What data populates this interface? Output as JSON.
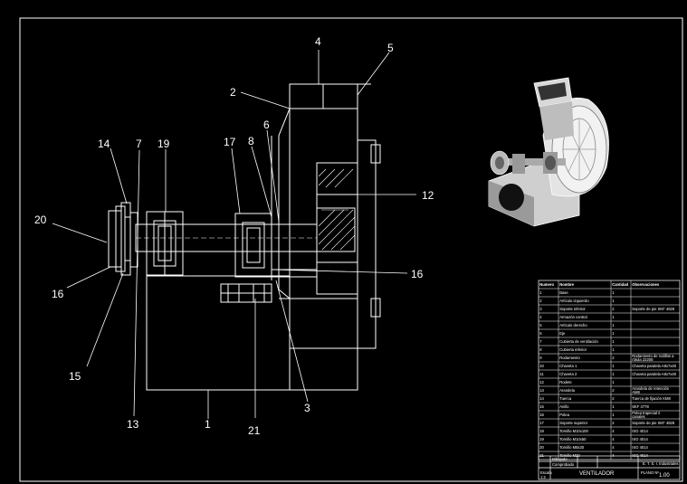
{
  "callouts": {
    "c1": "1",
    "c2": "2",
    "c3": "3",
    "c4": "4",
    "c5": "5",
    "c6": "6",
    "c7": "7",
    "c8": "8",
    "c12": "12",
    "c13": "13",
    "c14": "14",
    "c15": "15",
    "c16a": "16",
    "c16b": "16",
    "c17": "17",
    "c19": "19",
    "c20": "20",
    "c21": "21"
  },
  "parts_table": {
    "headers": [
      "Numero",
      "Nombre",
      "Cantidad",
      "Observaciones"
    ],
    "rows": [
      [
        "1",
        "Base",
        "1",
        ""
      ],
      [
        "2",
        "Artículo izquierdo",
        "1",
        ""
      ],
      [
        "3",
        "Soporte inferior",
        "2",
        "Soporte de pie SKF 4826"
      ],
      [
        "4",
        "Armazón central",
        "1",
        ""
      ],
      [
        "5",
        "Artículo derecho",
        "1",
        ""
      ],
      [
        "6",
        "Eje",
        "1",
        ""
      ],
      [
        "7",
        "Cubierta de ventilación",
        "1",
        ""
      ],
      [
        "8",
        "Cubierta inferior",
        "1",
        ""
      ],
      [
        "9",
        "Rodamiento",
        "2",
        "Rodamiento de rodillos a rótula 22208"
      ],
      [
        "10",
        "Chaveta 1",
        "1",
        "Chaveta paralela A8x7x40"
      ],
      [
        "11",
        "Chaveta 2",
        "1",
        "Chaveta paralela A8x7x40"
      ],
      [
        "12",
        "Rodete",
        "1",
        ""
      ],
      [
        "13",
        "Arandela",
        "2",
        "Arandela de retención AM8"
      ],
      [
        "14",
        "Tuerca",
        "2",
        "Tuerca de fijación KM8"
      ],
      [
        "15",
        "Anillo",
        "1",
        "SKF 4778"
      ],
      [
        "16",
        "Polea",
        "1",
        "Polea trapecial 2 canales"
      ],
      [
        "17",
        "Soporte superior",
        "2",
        "Soporte de pie SKF 4826"
      ],
      [
        "18",
        "Tornillo M10x100",
        "4",
        "ISO 4014"
      ],
      [
        "19",
        "Tornillo M10x50",
        "4",
        "ISO 4014"
      ],
      [
        "20",
        "Tornillo M8x30",
        "4",
        "ISO 4014"
      ],
      [
        "21",
        "Tornillo M20",
        "4",
        "ISO 4014"
      ]
    ]
  },
  "title_block": {
    "labels": [
      "Dibujado",
      "Comprobado",
      "Escala",
      "E. T. S. I. Industriales"
    ],
    "title": "VENTILADOR",
    "plano_label": "PLANO Nº",
    "plano_number": "1.00",
    "scale": "1:2"
  },
  "colors": {
    "background": "#000000",
    "lines": "#ffffff",
    "render_dark": "#1a1a1a"
  }
}
